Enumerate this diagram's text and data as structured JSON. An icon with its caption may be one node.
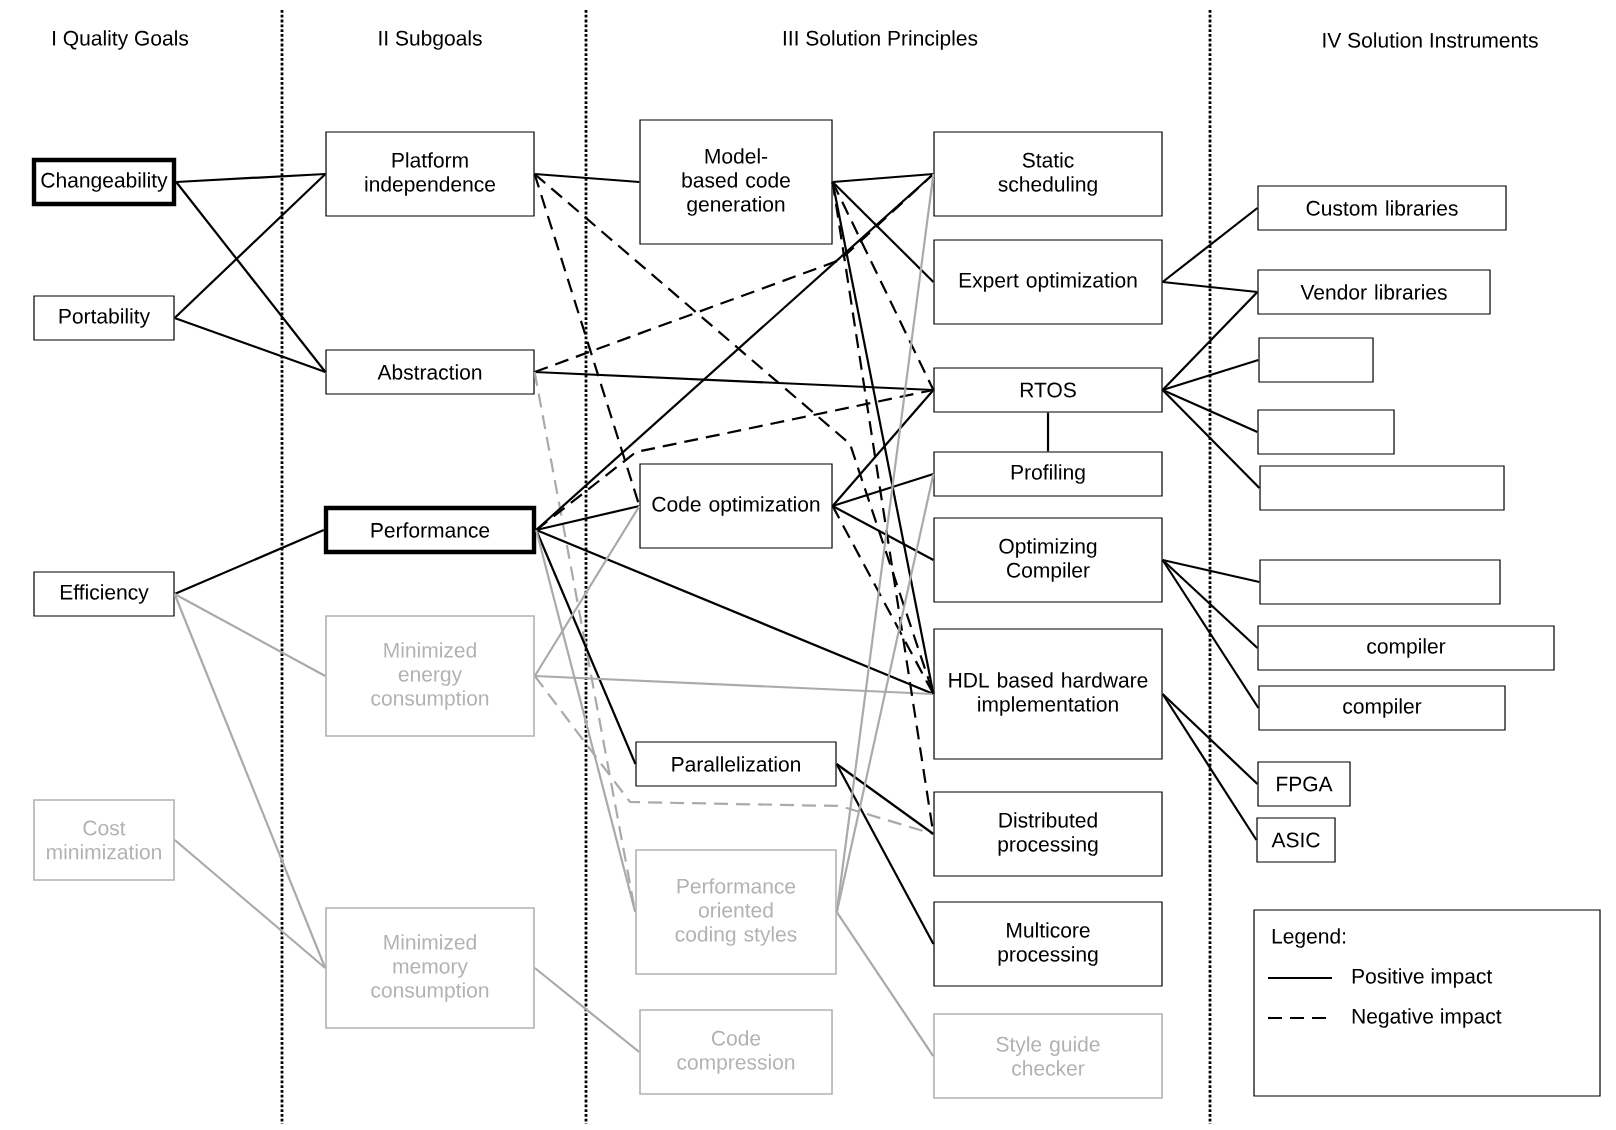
{
  "diagram": {
    "nodes": [
      {
        "text": [
          "Changeability"
        ]
      },
      {
        "text": [
          "Portability"
        ]
      },
      {
        "text": [
          "Efficiency"
        ]
      },
      {
        "text": [
          "Cost minimization"
        ]
      },
      {
        "text": [
          "Platform independence"
        ]
      },
      {
        "text": [
          "Abstraction"
        ]
      },
      {
        "text": [
          "Performance"
        ]
      },
      {
        "text": [
          "Minimized energy consumption"
        ]
      },
      {
        "text": [
          "Minimized memory consumption"
        ]
      },
      {
        "text": [
          "Model-based code generation"
        ]
      },
      {
        "text": [
          "Code optimization"
        ]
      },
      {
        "text": [
          "Parallelization"
        ]
      },
      {
        "text": [
          "Performance oriented coding styles"
        ]
      },
      {
        "text": [
          "Code compression"
        ]
      },
      {
        "text": [
          "Static scheduling"
        ]
      },
      {
        "text": [
          "Expert optimization"
        ]
      },
      {
        "text": [
          "RTOS"
        ]
      },
      {
        "text": [
          "Profiling"
        ]
      },
      {
        "text": [
          "Optimizing Compiler"
        ]
      },
      {
        "text": [
          "HDL based hardware implementation"
        ]
      },
      {
        "text": [
          "Distributed processing"
        ]
      },
      {
        "text": [
          "Multicore processing"
        ]
      },
      {
        "text": [
          "Style guide checker"
        ]
      },
      {
        "text": [
          "Custom libraries"
        ]
      },
      {
        "text": [
          "Vendor libraries"
        ]
      },
      {
        "text": [],
        "shape": "box"
      },
      {
        "text": [],
        "shape": "box"
      },
      {
        "text": [],
        "shape": "box"
      },
      {
        "text": [],
        "shape": "box"
      },
      {
        "text": [
          "compiler"
        ]
      },
      {
        "text": [
          "compiler"
        ]
      },
      {
        "text": [
          "FPGA"
        ]
      },
      {
        "text": [
          "ASIC"
        ]
      }
    ],
    "edges": [
      {
        "from": 0,
        "to": 4,
        "arrow": "none"
      },
      {
        "from": 0,
        "to": 5,
        "arrow": "none"
      },
      {
        "from": 1,
        "to": 4,
        "arrow": "none"
      },
      {
        "from": 1,
        "to": 5,
        "arrow": "none"
      },
      {
        "from": 2,
        "to": 6,
        "arrow": "none"
      },
      {
        "from": 2,
        "to": 7,
        "arrow": "none",
        "color": "#aaaaaa"
      },
      {
        "from": 2,
        "to": 8,
        "arrow": "none",
        "color": "#aaaaaa"
      },
      {
        "from": 3,
        "to": 8,
        "arrow": "none",
        "color": "#aaaaaa"
      },
      {
        "from": 4,
        "to": 9,
        "arrow": "none"
      },
      {
        "from": 4,
        "to": 10,
        "arrow": "none",
        "style": "dashed"
      },
      {
        "from": 4,
        "to": 19,
        "arrow": "none",
        "style": "dashed"
      },
      {
        "from": 5,
        "to": 14,
        "arrow": "none",
        "style": "dashed"
      },
      {
        "from": 5,
        "to": 16,
        "arrow": "none"
      },
      {
        "from": 5,
        "to": 12,
        "arrow": "none",
        "style": "dashed",
        "color": "#aaaaaa"
      },
      {
        "from": 6,
        "to": 14,
        "arrow": "none"
      },
      {
        "from": 6,
        "to": 10,
        "arrow": "none"
      },
      {
        "from": 6,
        "to": 16,
        "arrow": "none",
        "style": "dashed"
      },
      {
        "from": 6,
        "to": 19,
        "arrow": "none"
      },
      {
        "from": 6,
        "to": 11,
        "arrow": "none"
      },
      {
        "from": 6,
        "to": 12,
        "arrow": "none",
        "color": "#aaaaaa"
      },
      {
        "from": 7,
        "to": 10,
        "arrow": "none",
        "color": "#aaaaaa"
      },
      {
        "from": 7,
        "to": 19,
        "arrow": "none",
        "color": "#aaaaaa"
      },
      {
        "from": 7,
        "to": 20,
        "arrow": "none",
        "style": "dashed",
        "color": "#aaaaaa"
      },
      {
        "from": 8,
        "to": 13,
        "arrow": "none",
        "color": "#aaaaaa"
      },
      {
        "from": 9,
        "to": 14,
        "arrow": "none"
      },
      {
        "from": 9,
        "to": 15,
        "arrow": "none"
      },
      {
        "from": 9,
        "to": 16,
        "arrow": "none",
        "style": "dashed"
      },
      {
        "from": 9,
        "to": 19,
        "arrow": "none"
      },
      {
        "from": 9,
        "to": 20,
        "arrow": "none",
        "style": "dashed"
      },
      {
        "from": 10,
        "to": 16,
        "arrow": "none"
      },
      {
        "from": 10,
        "to": 17,
        "arrow": "none"
      },
      {
        "from": 10,
        "to": 18,
        "arrow": "none"
      },
      {
        "from": 10,
        "to": 19,
        "arrow": "none",
        "style": "dashed"
      },
      {
        "from": 11,
        "to": 20,
        "arrow": "none"
      },
      {
        "from": 11,
        "to": 21,
        "arrow": "none"
      },
      {
        "from": 12,
        "to": 14,
        "arrow": "none",
        "color": "#aaaaaa"
      },
      {
        "from": 12,
        "to": 17,
        "arrow": "none",
        "color": "#aaaaaa"
      },
      {
        "from": 12,
        "to": 22,
        "arrow": "none",
        "color": "#aaaaaa"
      },
      {
        "from": 16,
        "to": 17,
        "arrow": "none"
      },
      {
        "from": 15,
        "to": 23,
        "arrow": "none"
      },
      {
        "from": 15,
        "to": 24,
        "arrow": "none"
      },
      {
        "from": 16,
        "to": 24,
        "arrow": "none"
      },
      {
        "from": 16,
        "to": 25,
        "arrow": "none"
      },
      {
        "from": 16,
        "to": 26,
        "arrow": "none"
      },
      {
        "from": 16,
        "to": 27,
        "arrow": "none"
      },
      {
        "from": 18,
        "to": 28,
        "arrow": "none"
      },
      {
        "from": 18,
        "to": 29,
        "arrow": "none"
      },
      {
        "from": 18,
        "to": 30,
        "arrow": "none"
      },
      {
        "from": 19,
        "to": 31,
        "arrow": "none"
      },
      {
        "from": 19,
        "to": 32,
        "arrow": "none"
      }
    ],
    "labels": [
      "I Quality Goals",
      "II Subgoals",
      "III Solution Principles",
      "IV Solution Instruments",
      "Legend:"
    ],
    "legend": [
      {
        "text": "Positive impact"
      },
      {
        "text": "Negative impact"
      }
    ]
  }
}
